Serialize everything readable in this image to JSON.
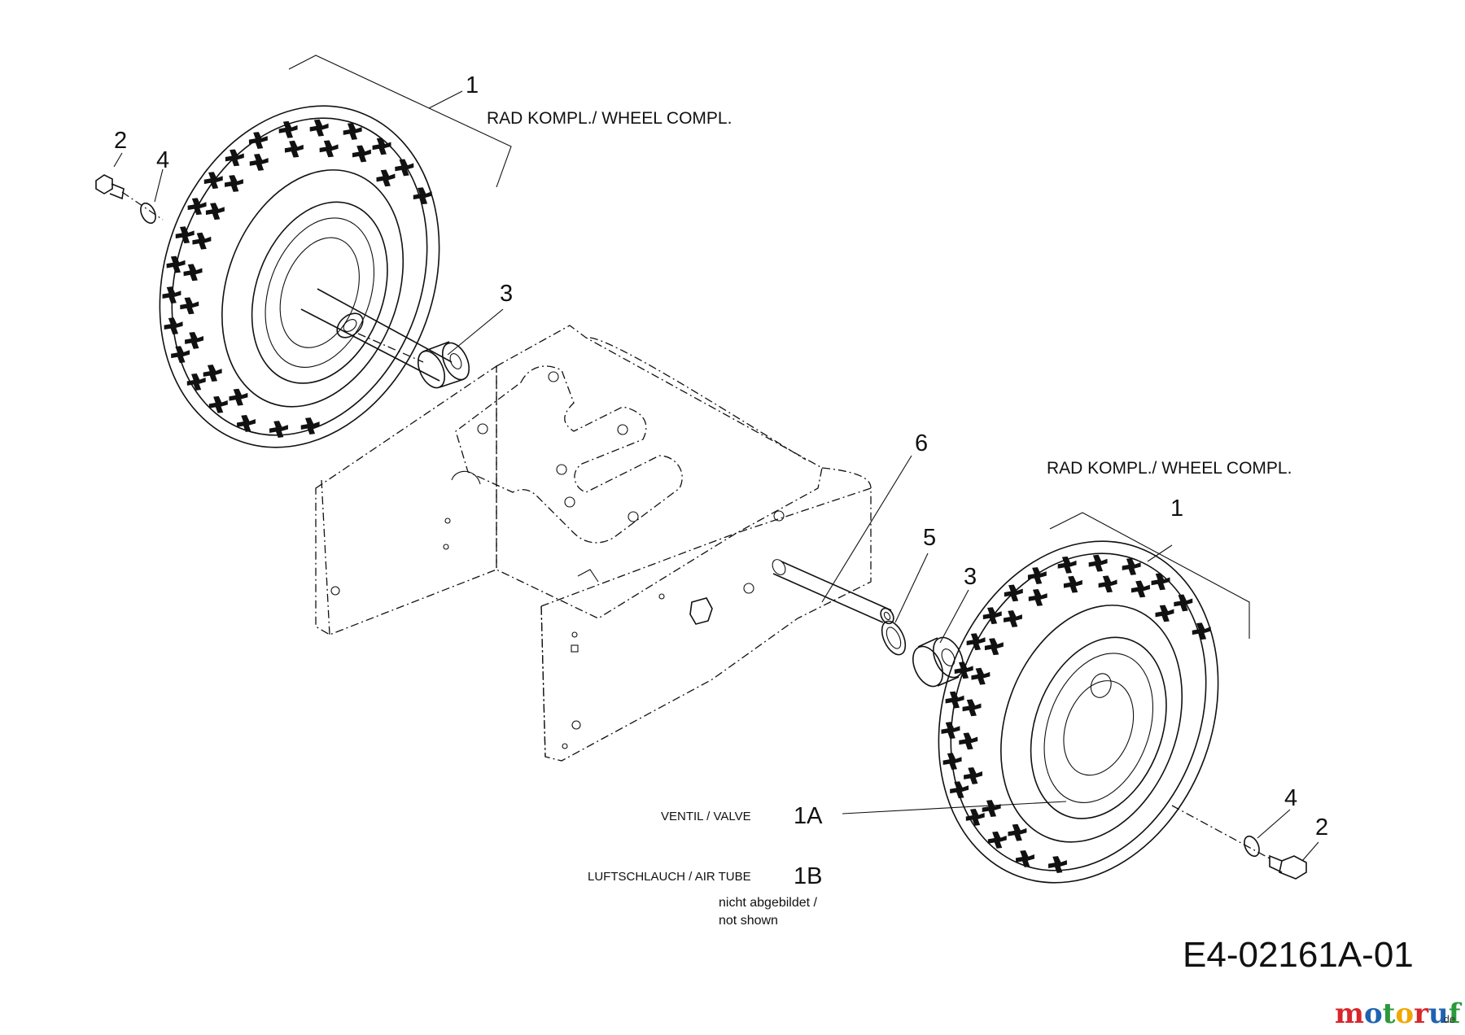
{
  "diagram": {
    "drawing_number": "E4-02161A-01",
    "callouts": {
      "wheel_upper": "1",
      "wheel_lower": "1",
      "bolt_upper": "2",
      "bolt_lower": "2",
      "washer_upper": "4",
      "washer_lower": "4",
      "bearing_upper": "3",
      "bearing_lower": "3",
      "axle": "6",
      "spacer": "5",
      "valve": "1A",
      "air_tube": "1B"
    },
    "captions": {
      "wheel_upper": "RAD KOMPL./ WHEEL COMPL.",
      "wheel_lower": "RAD KOMPL./ WHEEL COMPL.",
      "valve": "VENTIL / VALVE",
      "air_tube": "LUFTSCHLAUCH / AIR TUBE",
      "not_shown_line1": "nicht abgebildet /",
      "not_shown_line2": "not shown"
    },
    "watermark": {
      "brand": "motoruf",
      "tld": ".de",
      "colors": [
        "#d7262b",
        "#1e63b0",
        "#2a9a3a",
        "#f0a800"
      ]
    }
  }
}
